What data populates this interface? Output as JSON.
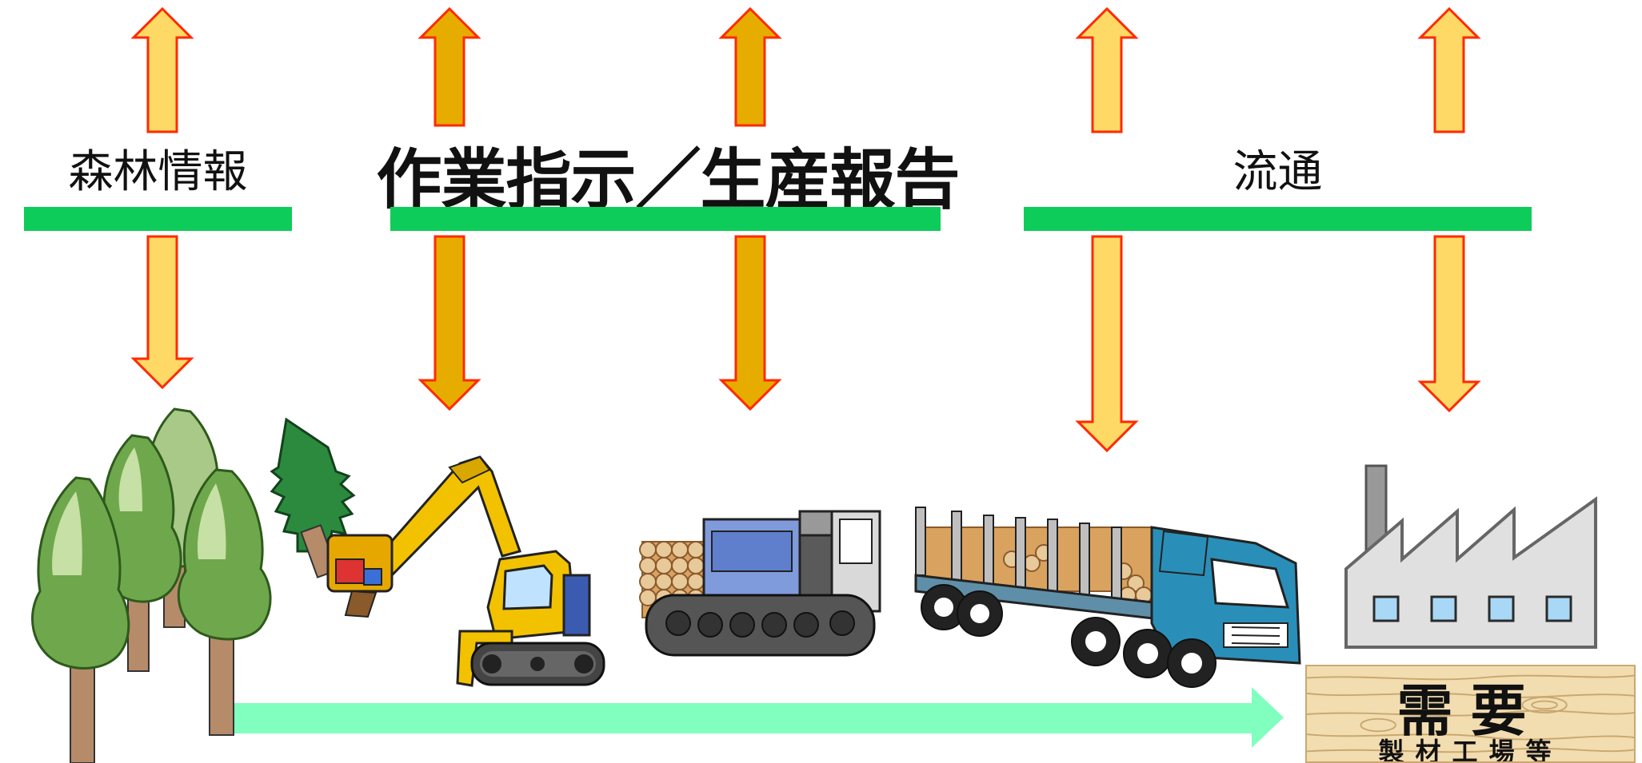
{
  "labels": {
    "forest_info": "森林情報",
    "work_order": "作業指示／生産報告",
    "distribution": "流通"
  },
  "demand": {
    "title": "需要",
    "subtitle": "製材工場等"
  },
  "colors": {
    "green_bar": "#0ecc5a",
    "flow_arrow": "#80ffbf",
    "arrow_light": "#ffd966",
    "arrow_dark": "#e6ac00",
    "arrow_outline": "#ff2a00"
  },
  "icons": [
    "forest-icon",
    "harvester-icon",
    "forwarder-icon",
    "log-truck-icon",
    "factory-icon"
  ]
}
